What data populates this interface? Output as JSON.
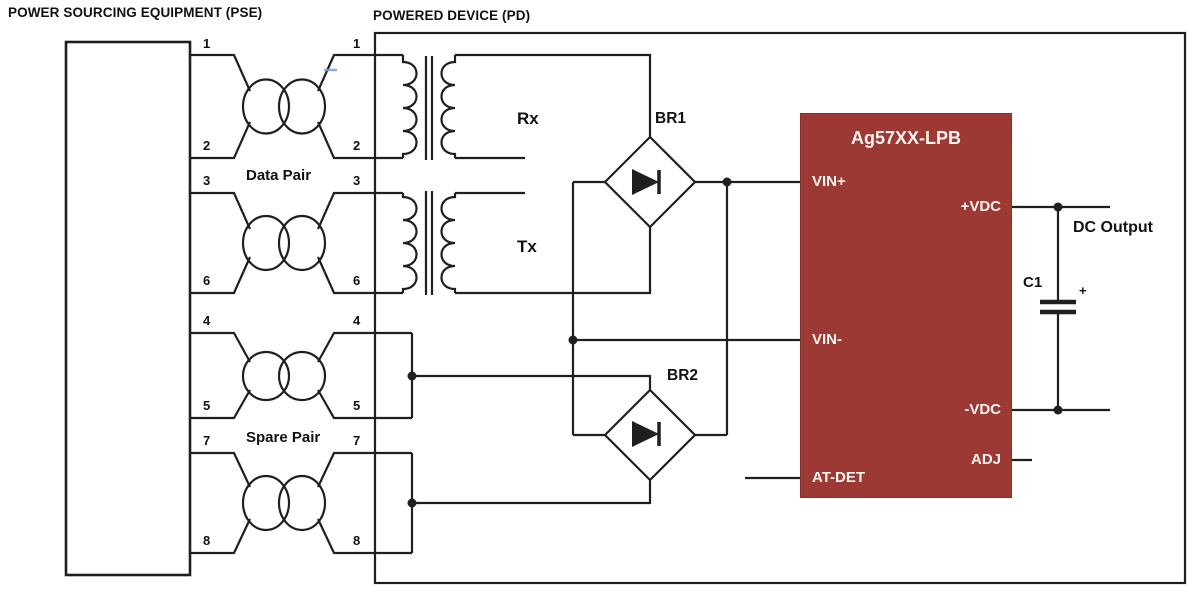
{
  "titles": {
    "pse": "POWER SOURCING EQUIPMENT (PSE)",
    "pd": "POWERED DEVICE (PD)"
  },
  "pins": {
    "order": [
      "1",
      "2",
      "3",
      "6",
      "4",
      "5",
      "7",
      "8"
    ]
  },
  "labels": {
    "data_pair": "Data Pair",
    "spare_pair": "Spare Pair",
    "rx": "Rx",
    "tx": "Tx",
    "br1": "BR1",
    "br2": "BR2"
  },
  "chip": {
    "title": "Ag57XX-LPB",
    "left_pins": [
      "VIN+",
      "VIN-",
      "AT-DET"
    ],
    "right_pins": [
      "+VDC",
      "-VDC",
      "ADJ"
    ],
    "color": "#9d3935",
    "text_color": "#f7f3ee"
  },
  "output": {
    "cap_label": "C1",
    "plus": "+",
    "label": "DC Output"
  },
  "colors": {
    "wire": "#1f1f1f",
    "background": "#ffffff"
  }
}
